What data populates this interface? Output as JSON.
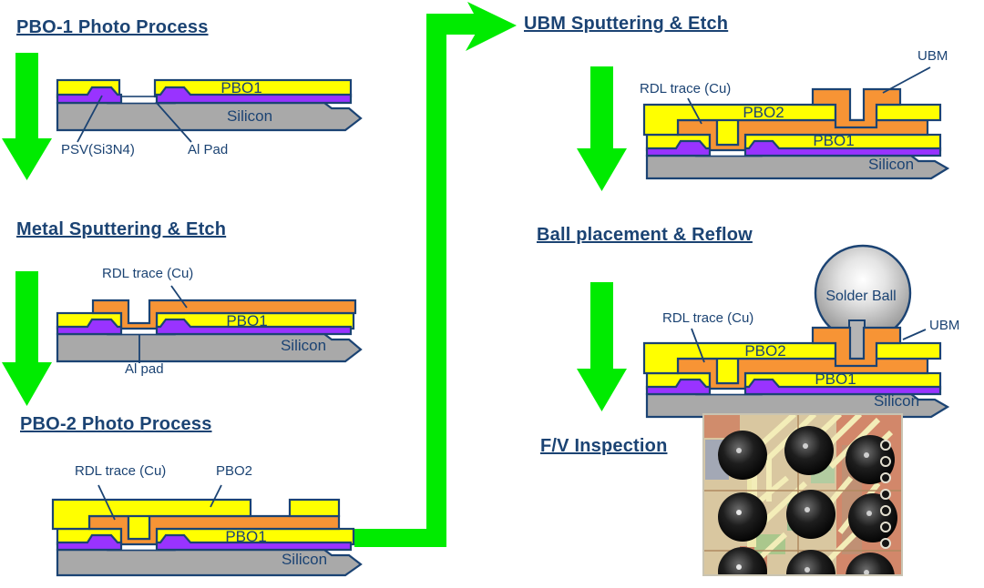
{
  "background": "#FFFFFF",
  "colors": {
    "outline_navy": "#1B4373",
    "pbo_yellow": "#FFFF00",
    "metal_orange": "#F79435",
    "psv_purple": "#9933FF",
    "silicon_gray": "#A9A9A9",
    "pad_white": "#FFFFFF",
    "arrow_green": "#00EB00",
    "solder_silver": "#C9C9C9"
  },
  "sections": {
    "pbo1_photo": {
      "title": "PBO-1 Photo Process",
      "layers": {
        "pbo1": "PBO1",
        "silicon": "Silicon"
      },
      "annotations": {
        "psv": "PSV(Si3N4)",
        "al_pad": "Al Pad"
      }
    },
    "metal_sputtering": {
      "title": "Metal Sputtering & Etch",
      "layers": {
        "pbo1": "PBO1",
        "silicon": "Silicon"
      },
      "annotations": {
        "rdl": "RDL  trace (Cu)",
        "al_pad": "Al pad"
      }
    },
    "pbo2_photo": {
      "title": "PBO-2 Photo Process",
      "layers": {
        "pbo1": "PBO1",
        "silicon": "Silicon"
      },
      "annotations": {
        "rdl": "RDL trace (Cu)",
        "pbo2": "PBO2"
      }
    },
    "ubm_sputtering": {
      "title": "UBM Sputtering & Etch",
      "layers": {
        "pbo2": "PBO2",
        "pbo1": "PBO1",
        "silicon": "Silicon"
      },
      "annotations": {
        "rdl": "RDL trace (Cu)",
        "ubm": "UBM"
      }
    },
    "ball_placement": {
      "title": "Ball placement & Reflow",
      "layers": {
        "pbo2": "PBO2",
        "pbo1": "PBO1",
        "silicon": "Silicon"
      },
      "annotations": {
        "rdl": "RDL trace (Cu)",
        "solder_ball": "Solder Ball",
        "ubm": "UBM"
      }
    },
    "fv_inspection": {
      "title": "F/V Inspection"
    }
  }
}
